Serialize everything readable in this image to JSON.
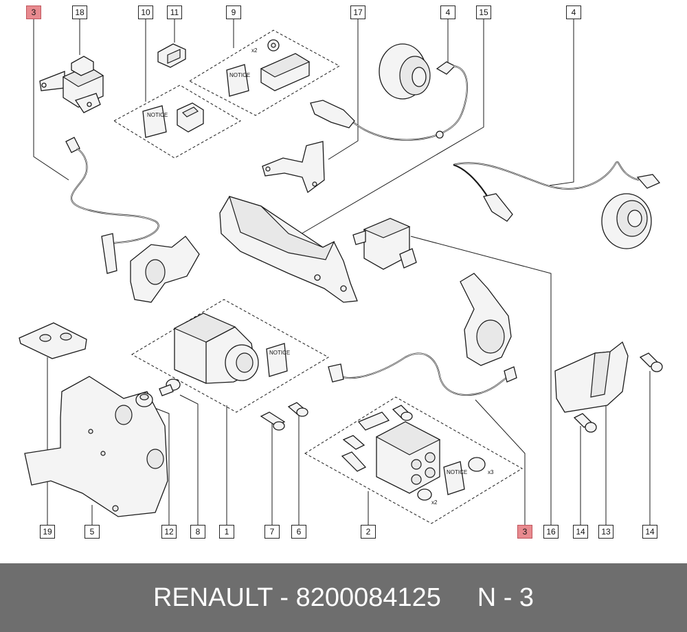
{
  "callouts": [
    {
      "id": "c-3-top",
      "label": "3",
      "highlight": true
    },
    {
      "id": "c-18",
      "label": "18",
      "highlight": false
    },
    {
      "id": "c-10",
      "label": "10",
      "highlight": false
    },
    {
      "id": "c-11",
      "label": "11",
      "highlight": false
    },
    {
      "id": "c-9",
      "label": "9",
      "highlight": false
    },
    {
      "id": "c-17",
      "label": "17",
      "highlight": false
    },
    {
      "id": "c-4-top",
      "label": "4",
      "highlight": false
    },
    {
      "id": "c-15",
      "label": "15",
      "highlight": false
    },
    {
      "id": "c-4-right",
      "label": "4",
      "highlight": false
    },
    {
      "id": "c-19",
      "label": "19",
      "highlight": false
    },
    {
      "id": "c-5",
      "label": "5",
      "highlight": false
    },
    {
      "id": "c-12",
      "label": "12",
      "highlight": false
    },
    {
      "id": "c-8",
      "label": "8",
      "highlight": false
    },
    {
      "id": "c-1",
      "label": "1",
      "highlight": false
    },
    {
      "id": "c-7",
      "label": "7",
      "highlight": false
    },
    {
      "id": "c-6",
      "label": "6",
      "highlight": false
    },
    {
      "id": "c-2",
      "label": "2",
      "highlight": false
    },
    {
      "id": "c-3-bottom",
      "label": "3",
      "highlight": true
    },
    {
      "id": "c-16",
      "label": "16",
      "highlight": false
    },
    {
      "id": "c-14-a",
      "label": "14",
      "highlight": false
    },
    {
      "id": "c-13",
      "label": "13",
      "highlight": false
    },
    {
      "id": "c-14-b",
      "label": "14",
      "highlight": false
    }
  ],
  "annotations": {
    "qty_x2_kit9": "x2",
    "qty_x3_kit2": "x3",
    "qty_x2_kit2": "x2",
    "notice_label": "NOTICE"
  },
  "footer": {
    "text": "RENAULT - 8200084125     N - 3"
  },
  "colors": {
    "highlight": "#e88a8f",
    "footer_bg": "#6e6e6e",
    "footer_text": "#ffffff"
  }
}
